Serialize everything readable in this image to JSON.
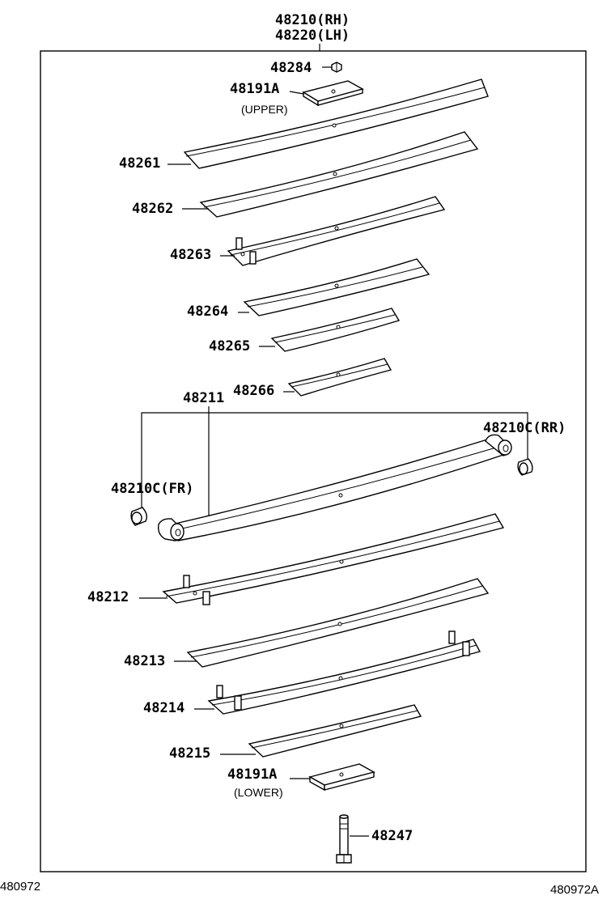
{
  "assembly": {
    "rh": "48210(RH)",
    "lh": "48220(LH)"
  },
  "parts": {
    "nut": "48284",
    "seat_upper": {
      "number": "48191A",
      "note": "(UPPER)"
    },
    "leaf_48261": "48261",
    "leaf_48262": "48262",
    "leaf_48263": "48263",
    "leaf_48264": "48264",
    "leaf_48265": "48265",
    "leaf_48266": "48266",
    "main_leaf": "48211",
    "bushing_rr": "48210C(RR)",
    "bushing_fr": "48210C(FR)",
    "leaf_48212": "48212",
    "leaf_48213": "48213",
    "leaf_48214": "48214",
    "leaf_48215": "48215",
    "seat_lower": {
      "number": "48191A",
      "note": "(LOWER)"
    },
    "center_bolt": "48247"
  },
  "footer": {
    "left_code": "480972",
    "right_code": "480972A"
  }
}
